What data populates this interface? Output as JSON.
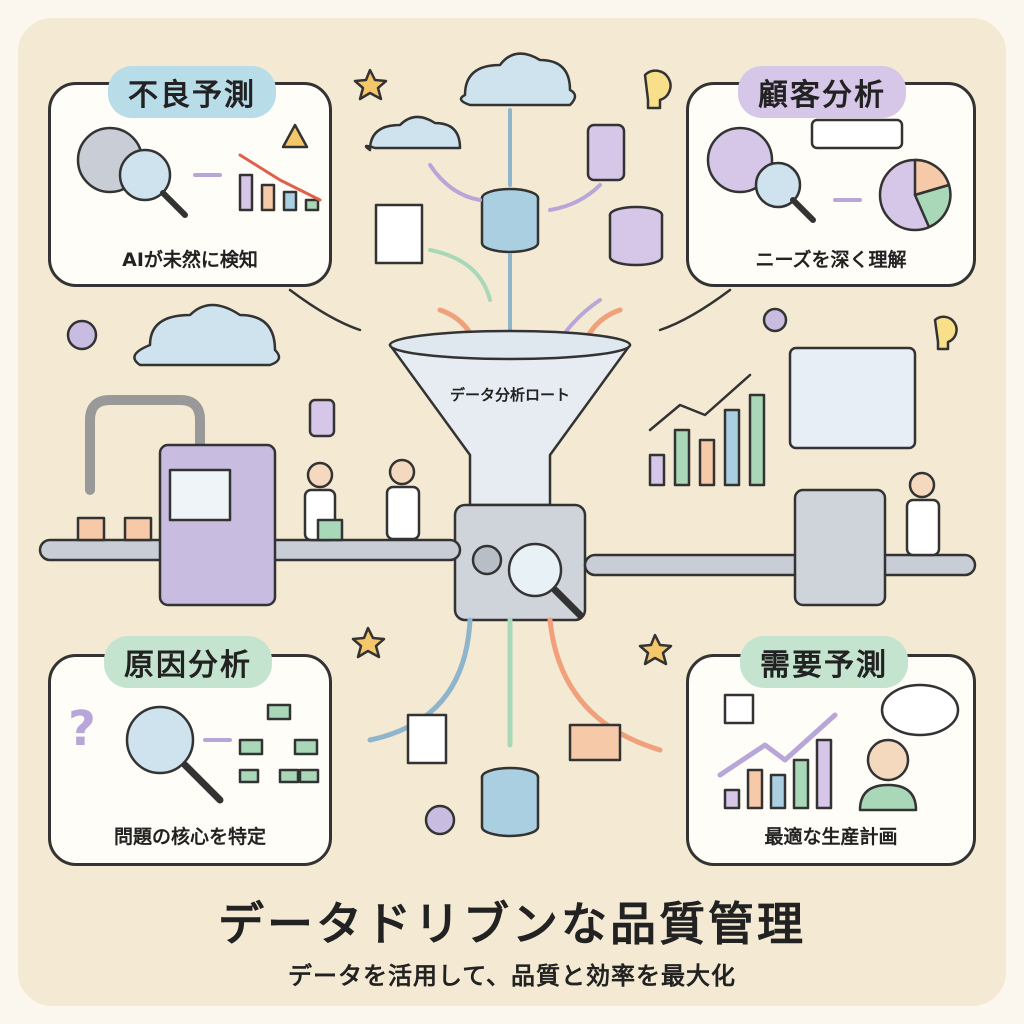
{
  "title": "データドリブンな品質管理",
  "subtitle": "データを活用して、品質と効率を最大化",
  "funnel_label": "データ分析ロート",
  "panels": [
    {
      "label": "不良予測",
      "caption": "AIが未然に検知",
      "color": "#b9dce9"
    },
    {
      "label": "顧客分析",
      "caption": "ニーズを深く理解",
      "color": "#d6c6e8"
    },
    {
      "label": "原因分析",
      "caption": "問題の核心を特定",
      "color": "#c4e4cf"
    },
    {
      "label": "需要予測",
      "caption": "最適な生産計画",
      "color": "#c4e4cf"
    }
  ],
  "colors": {
    "background": "#f4ead3",
    "purple": "#b9a6d8",
    "blue": "#a9cfe0",
    "green": "#a9d8b8",
    "orange": "#f0a07a"
  }
}
